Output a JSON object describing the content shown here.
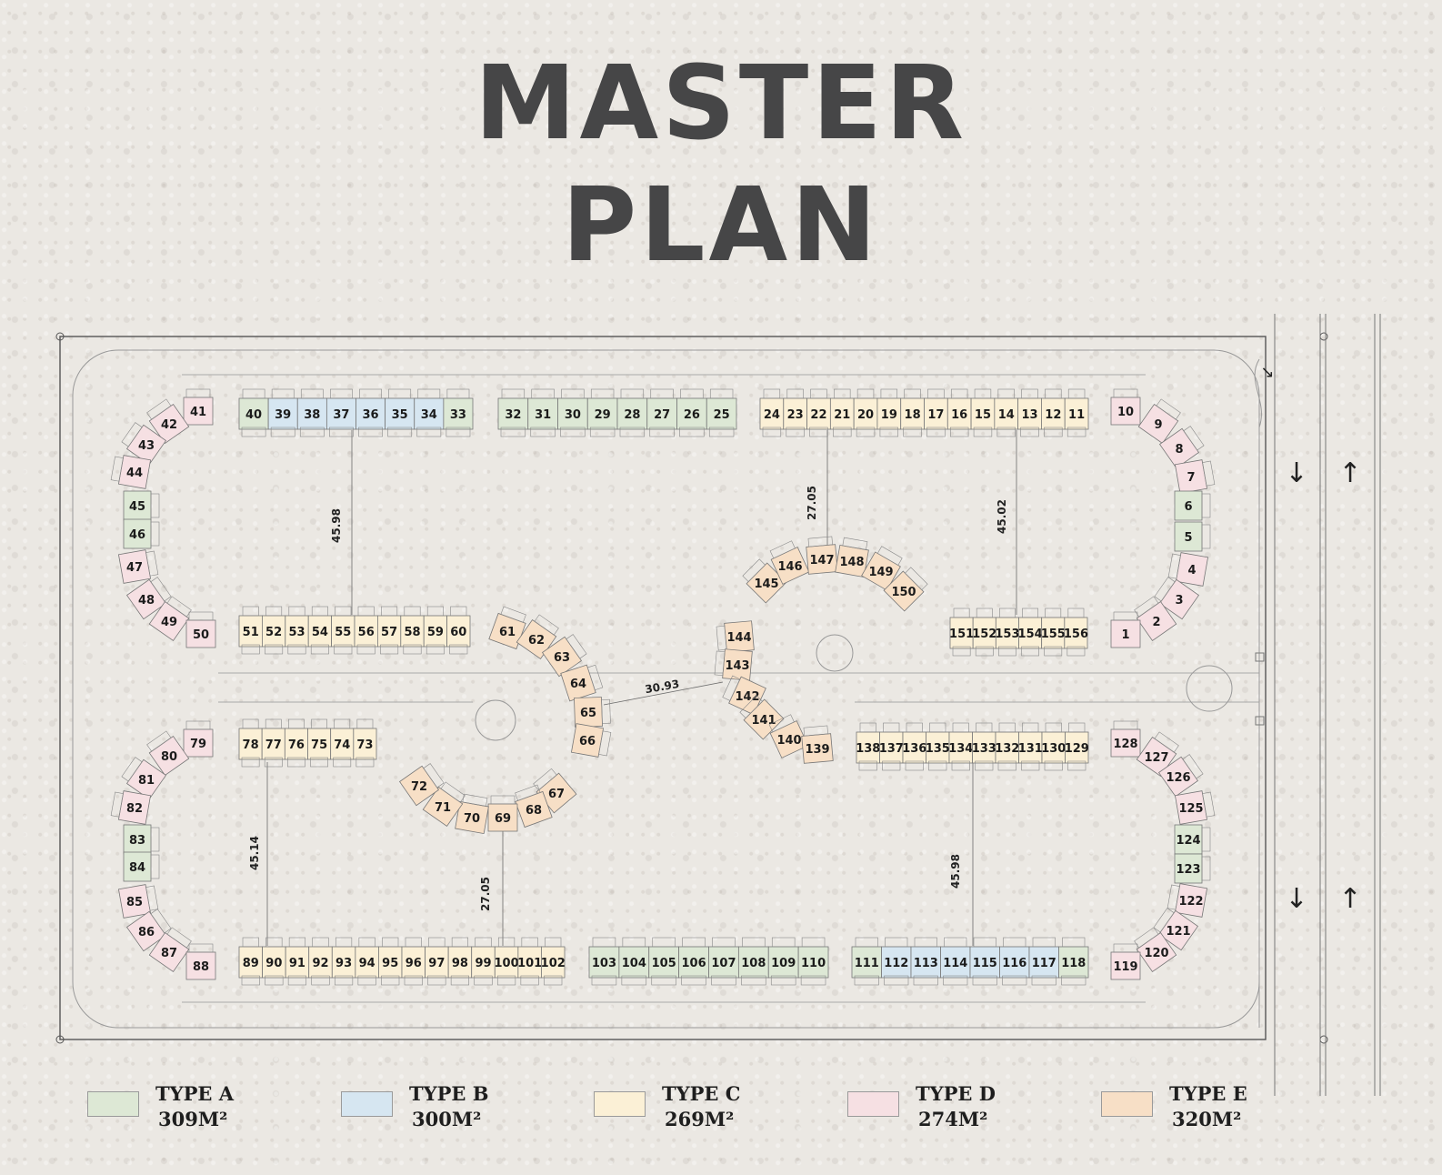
{
  "title": {
    "line1": "MASTER",
    "line2": "PLAN"
  },
  "colors": {
    "typeA": "#dde8d5",
    "typeB": "#d6e6f1",
    "typeC": "#fbf0d6",
    "typeD": "#f6e0e3",
    "typeE": "#f7dfc6",
    "line": "#6b6b6b"
  },
  "legend": [
    {
      "name": "TYPE A",
      "area": "309M²",
      "color": "#dde8d5"
    },
    {
      "name": "TYPE B",
      "area": "300M²",
      "color": "#d6e6f1"
    },
    {
      "name": "TYPE C",
      "area": "269M²",
      "color": "#fbf0d6"
    },
    {
      "name": "TYPE D",
      "area": "274M²",
      "color": "#f6e0e3"
    },
    {
      "name": "TYPE E",
      "area": "320M²",
      "color": "#f7dfc6"
    }
  ],
  "dimensions": [
    "45.98",
    "27.05",
    "45.02",
    "45.14",
    "27.05",
    "45.98",
    "30.93"
  ],
  "arrows": [
    "↓",
    "↑",
    "↓",
    "↑",
    "↘"
  ],
  "units": {
    "row_top_left": [
      {
        "n": "40",
        "t": "A"
      },
      {
        "n": "39",
        "t": "B"
      },
      {
        "n": "38",
        "t": "B"
      },
      {
        "n": "37",
        "t": "B"
      },
      {
        "n": "36",
        "t": "B"
      },
      {
        "n": "35",
        "t": "B"
      },
      {
        "n": "34",
        "t": "B"
      },
      {
        "n": "33",
        "t": "A"
      }
    ],
    "row_top_mid": [
      {
        "n": "32",
        "t": "A"
      },
      {
        "n": "31",
        "t": "A"
      },
      {
        "n": "30",
        "t": "A"
      },
      {
        "n": "29",
        "t": "A"
      },
      {
        "n": "28",
        "t": "A"
      },
      {
        "n": "27",
        "t": "A"
      },
      {
        "n": "26",
        "t": "A"
      },
      {
        "n": "25",
        "t": "A"
      }
    ],
    "row_top_right": [
      {
        "n": "24",
        "t": "C"
      },
      {
        "n": "23",
        "t": "C"
      },
      {
        "n": "22",
        "t": "C"
      },
      {
        "n": "21",
        "t": "C"
      },
      {
        "n": "20",
        "t": "C"
      },
      {
        "n": "19",
        "t": "C"
      },
      {
        "n": "18",
        "t": "C"
      },
      {
        "n": "17",
        "t": "C"
      },
      {
        "n": "16",
        "t": "C"
      },
      {
        "n": "15",
        "t": "C"
      },
      {
        "n": "14",
        "t": "C"
      },
      {
        "n": "13",
        "t": "C"
      },
      {
        "n": "12",
        "t": "C"
      },
      {
        "n": "11",
        "t": "C"
      }
    ],
    "row_mid_left": [
      {
        "n": "51",
        "t": "C"
      },
      {
        "n": "52",
        "t": "C"
      },
      {
        "n": "53",
        "t": "C"
      },
      {
        "n": "54",
        "t": "C"
      },
      {
        "n": "55",
        "t": "C"
      },
      {
        "n": "56",
        "t": "C"
      },
      {
        "n": "57",
        "t": "C"
      },
      {
        "n": "58",
        "t": "C"
      },
      {
        "n": "59",
        "t": "C"
      },
      {
        "n": "60",
        "t": "C"
      }
    ],
    "row_mid_right": [
      {
        "n": "151",
        "t": "C"
      },
      {
        "n": "152",
        "t": "C"
      },
      {
        "n": "153",
        "t": "C"
      },
      {
        "n": "154",
        "t": "C"
      },
      {
        "n": "155",
        "t": "C"
      },
      {
        "n": "156",
        "t": "C"
      }
    ],
    "row_lower_left": [
      {
        "n": "78",
        "t": "C"
      },
      {
        "n": "77",
        "t": "C"
      },
      {
        "n": "76",
        "t": "C"
      },
      {
        "n": "75",
        "t": "C"
      },
      {
        "n": "74",
        "t": "C"
      },
      {
        "n": "73",
        "t": "C"
      }
    ],
    "row_lower_right": [
      {
        "n": "138",
        "t": "C"
      },
      {
        "n": "137",
        "t": "C"
      },
      {
        "n": "136",
        "t": "C"
      },
      {
        "n": "135",
        "t": "C"
      },
      {
        "n": "134",
        "t": "C"
      },
      {
        "n": "133",
        "t": "C"
      },
      {
        "n": "132",
        "t": "C"
      },
      {
        "n": "131",
        "t": "C"
      },
      {
        "n": "130",
        "t": "C"
      },
      {
        "n": "129",
        "t": "C"
      }
    ],
    "row_bottom_left": [
      {
        "n": "89",
        "t": "C"
      },
      {
        "n": "90",
        "t": "C"
      },
      {
        "n": "91",
        "t": "C"
      },
      {
        "n": "92",
        "t": "C"
      },
      {
        "n": "93",
        "t": "C"
      },
      {
        "n": "94",
        "t": "C"
      },
      {
        "n": "95",
        "t": "C"
      },
      {
        "n": "96",
        "t": "C"
      },
      {
        "n": "97",
        "t": "C"
      },
      {
        "n": "98",
        "t": "C"
      },
      {
        "n": "99",
        "t": "C"
      },
      {
        "n": "100",
        "t": "C"
      },
      {
        "n": "101",
        "t": "C"
      },
      {
        "n": "102",
        "t": "C"
      }
    ],
    "row_bottom_mid": [
      {
        "n": "103",
        "t": "A"
      },
      {
        "n": "104",
        "t": "A"
      },
      {
        "n": "105",
        "t": "A"
      },
      {
        "n": "106",
        "t": "A"
      },
      {
        "n": "107",
        "t": "A"
      },
      {
        "n": "108",
        "t": "A"
      },
      {
        "n": "109",
        "t": "A"
      },
      {
        "n": "110",
        "t": "A"
      }
    ],
    "row_bottom_right": [
      {
        "n": "111",
        "t": "A"
      },
      {
        "n": "112",
        "t": "B"
      },
      {
        "n": "113",
        "t": "B"
      },
      {
        "n": "114",
        "t": "B"
      },
      {
        "n": "115",
        "t": "B"
      },
      {
        "n": "116",
        "t": "B"
      },
      {
        "n": "117",
        "t": "B"
      },
      {
        "n": "118",
        "t": "A"
      }
    ],
    "arc_left_upper": [
      {
        "n": "41",
        "t": "D"
      },
      {
        "n": "42",
        "t": "D"
      },
      {
        "n": "43",
        "t": "D"
      },
      {
        "n": "44",
        "t": "D"
      },
      {
        "n": "45",
        "t": "A"
      },
      {
        "n": "46",
        "t": "A"
      },
      {
        "n": "47",
        "t": "D"
      },
      {
        "n": "48",
        "t": "D"
      },
      {
        "n": "49",
        "t": "D"
      },
      {
        "n": "50",
        "t": "D"
      }
    ],
    "arc_left_lower": [
      {
        "n": "79",
        "t": "D"
      },
      {
        "n": "80",
        "t": "D"
      },
      {
        "n": "81",
        "t": "D"
      },
      {
        "n": "82",
        "t": "D"
      },
      {
        "n": "83",
        "t": "A"
      },
      {
        "n": "84",
        "t": "A"
      },
      {
        "n": "85",
        "t": "D"
      },
      {
        "n": "86",
        "t": "D"
      },
      {
        "n": "87",
        "t": "D"
      },
      {
        "n": "88",
        "t": "D"
      }
    ],
    "arc_right_upper": [
      {
        "n": "10",
        "t": "D"
      },
      {
        "n": "9",
        "t": "D"
      },
      {
        "n": "8",
        "t": "D"
      },
      {
        "n": "7",
        "t": "D"
      },
      {
        "n": "6",
        "t": "A"
      },
      {
        "n": "5",
        "t": "A"
      },
      {
        "n": "4",
        "t": "D"
      },
      {
        "n": "3",
        "t": "D"
      },
      {
        "n": "2",
        "t": "D"
      },
      {
        "n": "1",
        "t": "D"
      }
    ],
    "arc_right_lower": [
      {
        "n": "128",
        "t": "D"
      },
      {
        "n": "127",
        "t": "D"
      },
      {
        "n": "126",
        "t": "D"
      },
      {
        "n": "125",
        "t": "D"
      },
      {
        "n": "124",
        "t": "A"
      },
      {
        "n": "123",
        "t": "A"
      },
      {
        "n": "122",
        "t": "D"
      },
      {
        "n": "121",
        "t": "D"
      },
      {
        "n": "120",
        "t": "D"
      },
      {
        "n": "119",
        "t": "D"
      }
    ],
    "circle_left_right": [
      {
        "n": "61",
        "t": "E"
      },
      {
        "n": "62",
        "t": "E"
      },
      {
        "n": "63",
        "t": "E"
      },
      {
        "n": "64",
        "t": "E"
      },
      {
        "n": "65",
        "t": "E"
      },
      {
        "n": "66",
        "t": "E"
      }
    ],
    "circle_left_bottom": [
      {
        "n": "67",
        "t": "E"
      },
      {
        "n": "68",
        "t": "E"
      },
      {
        "n": "69",
        "t": "E"
      },
      {
        "n": "70",
        "t": "E"
      },
      {
        "n": "71",
        "t": "E"
      },
      {
        "n": "72",
        "t": "E"
      }
    ],
    "circle_right_top": [
      {
        "n": "145",
        "t": "E"
      },
      {
        "n": "146",
        "t": "E"
      },
      {
        "n": "147",
        "t": "E"
      },
      {
        "n": "148",
        "t": "E"
      },
      {
        "n": "149",
        "t": "E"
      },
      {
        "n": "150",
        "t": "E"
      }
    ],
    "circle_right_left": [
      {
        "n": "144",
        "t": "E"
      },
      {
        "n": "143",
        "t": "E"
      },
      {
        "n": "142",
        "t": "E"
      },
      {
        "n": "141",
        "t": "E"
      },
      {
        "n": "140",
        "t": "E"
      },
      {
        "n": "139",
        "t": "E"
      }
    ]
  }
}
